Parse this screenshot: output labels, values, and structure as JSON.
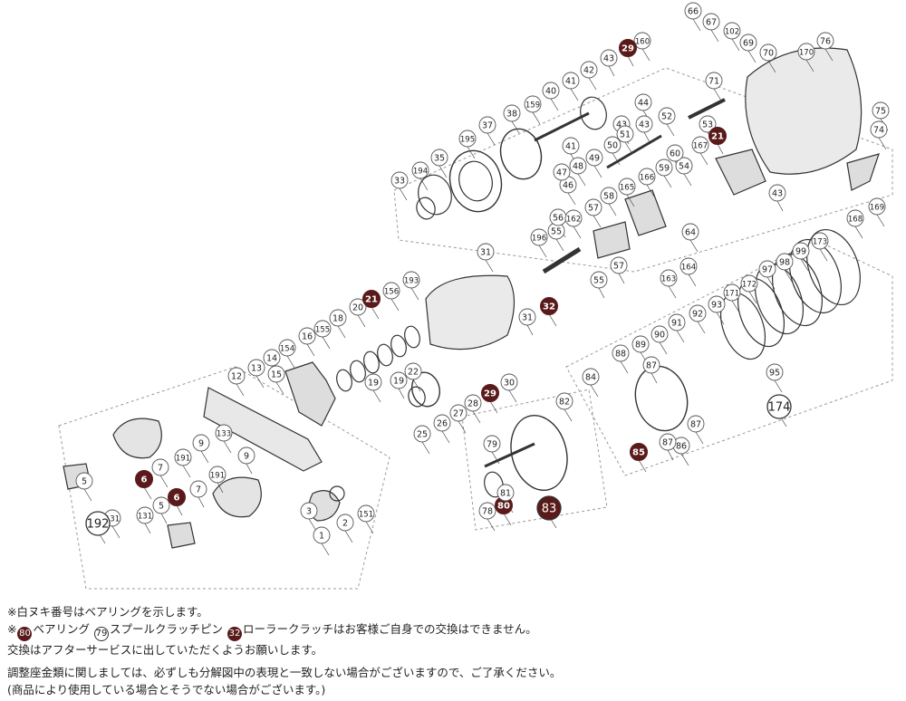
{
  "parts": [
    "1",
    "2",
    "3",
    "5",
    "6",
    "7",
    "9",
    "12",
    "13",
    "14",
    "15",
    "16",
    "18",
    "19",
    "20",
    "21",
    "22",
    "25",
    "26",
    "27",
    "28",
    "29",
    "30",
    "31",
    "32",
    "33",
    "35",
    "37",
    "38",
    "40",
    "41",
    "42",
    "43",
    "44",
    "46",
    "47",
    "48",
    "49",
    "50",
    "51",
    "52",
    "53",
    "54",
    "55",
    "56",
    "57",
    "58",
    "59",
    "60",
    "64",
    "66",
    "67",
    "69",
    "70",
    "71",
    "74",
    "75",
    "76",
    "78",
    "79",
    "80",
    "81",
    "82",
    "83",
    "84",
    "85",
    "86",
    "87",
    "88",
    "89",
    "90",
    "91",
    "92",
    "93",
    "95",
    "97",
    "98",
    "99",
    "102",
    "131",
    "133",
    "151",
    "154",
    "155",
    "156",
    "159",
    "160",
    "162",
    "163",
    "164",
    "165",
    "166",
    "167",
    "168",
    "169",
    "170",
    "171",
    "172",
    "173",
    "174",
    "191",
    "192",
    "193",
    "194",
    "195",
    "196"
  ],
  "notes": {
    "line1": "※白ヌキ番号はベアリングを示します。",
    "line2_prefix": "※",
    "bearing_num": "80",
    "bearing_text": "ベアリング",
    "clutch_pin_num": "79",
    "clutch_pin_text": "スプールクラッチピン",
    "roller_num": "32",
    "roller_text": "ローラークラッチはお客様ご自身での交換はできません。",
    "line3": "交換はアフターサービスに出していただくようお願いします。",
    "line4": "調整座金類に関しましては、必ずしも分解図中の表現と一致しない場合がございますので、ご了承ください。",
    "line5": "(商品により使用している場合とそうでない場合がございます。)"
  }
}
